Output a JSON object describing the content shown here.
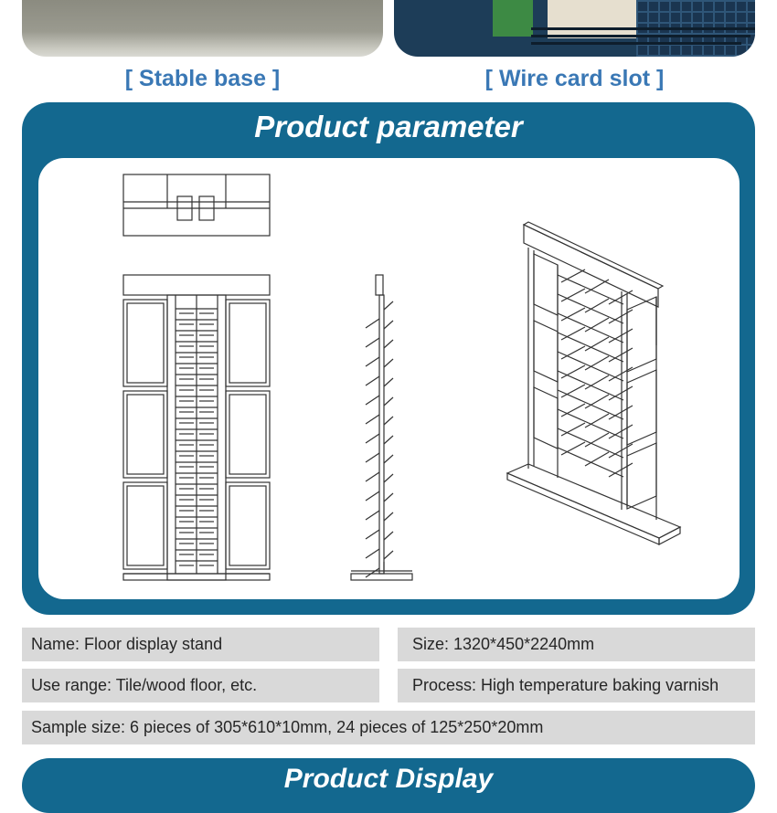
{
  "captions": {
    "left": "[ Stable base ]",
    "right": "[ Wire card slot ]"
  },
  "section": {
    "title": "Product parameter",
    "next_title": "Product Display"
  },
  "specs": {
    "name": "Name: Floor display stand",
    "size": "Size: 1320*450*2240mm",
    "use_range": "Use range: Tile/wood floor, etc.",
    "process": "Process: High temperature baking varnish",
    "sample_size": "Sample size: 6 pieces of 305*610*10mm, 24 pieces of 125*250*20mm"
  },
  "colors": {
    "accent": "#13688f",
    "caption": "#3a78b5",
    "spec_bg": "#d9d9d9"
  },
  "drawing": {
    "views": [
      "top-view",
      "front-view",
      "side-view",
      "isometric-view"
    ]
  }
}
